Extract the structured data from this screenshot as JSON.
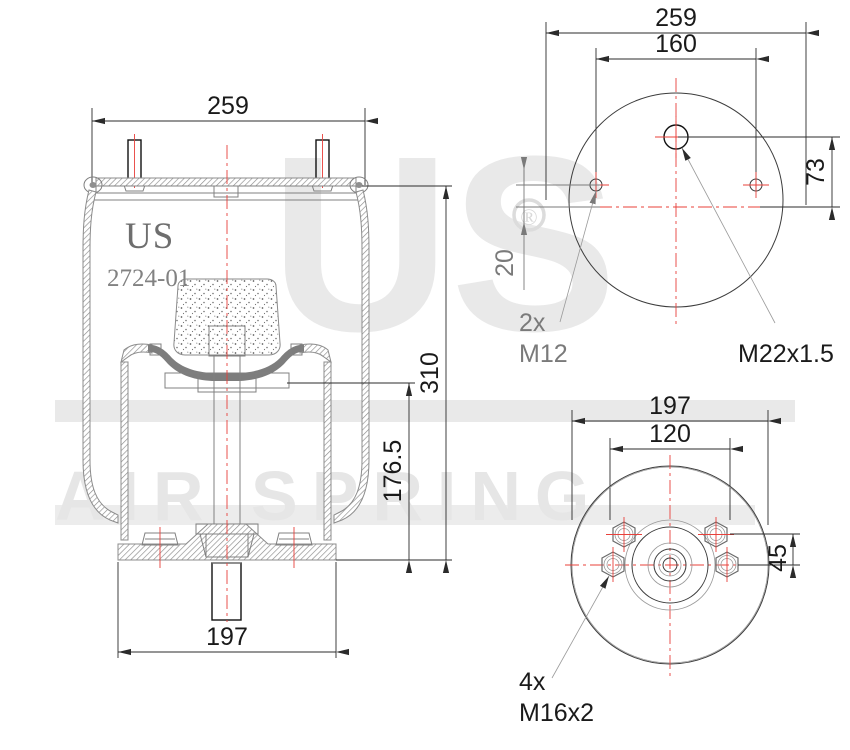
{
  "document": {
    "type": "engineering-drawing",
    "subject": "air spring assembly",
    "views": [
      "front-section-view",
      "top-plate-view",
      "bottom-piston-view"
    ]
  },
  "brand": {
    "logo_text": "US",
    "part_number": "2724-01",
    "watermark_big": "US",
    "watermark_small": "AIR SPRING",
    "registered_mark": "®"
  },
  "front_view": {
    "dim_top_width": "259",
    "dim_bottom_width": "197",
    "dim_overall_height": "310",
    "dim_inner_height": "176.5"
  },
  "top_view": {
    "dim_outer": "259",
    "dim_bolt_span": "160",
    "dim_offset_vertical": "73",
    "dim_offset_small": "20",
    "callout_studs_count": "2x",
    "callout_studs_thread": "M12",
    "callout_port_thread": "M22x1.5"
  },
  "bottom_view": {
    "dim_outer": "197",
    "dim_bolt_span": "120",
    "dim_offset_vertical": "45",
    "callout_bolts_count": "4x",
    "callout_bolts_thread": "M16x2"
  },
  "colors": {
    "centerline": "#e8403a",
    "dimension": "#2b2b2b",
    "part_outline": "#808080",
    "watermark": "#e9e9e9",
    "logo": "#6e6e6e",
    "background": "#ffffff"
  }
}
